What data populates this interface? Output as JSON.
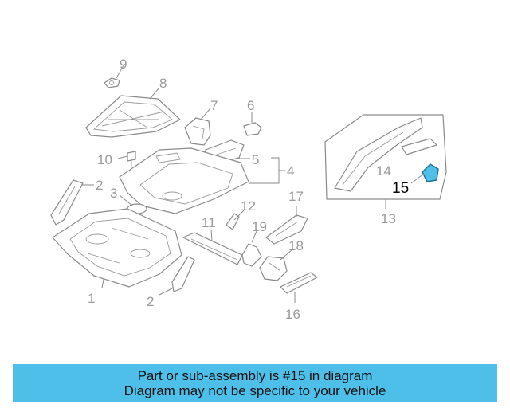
{
  "diagram": {
    "callouts": {
      "c1": "1",
      "c2a": "2",
      "c2b": "2",
      "c3": "3",
      "c4": "4",
      "c5": "5",
      "c6": "6",
      "c7": "7",
      "c8": "8",
      "c9": "9",
      "c10": "10",
      "c11": "11",
      "c12": "12",
      "c13": "13",
      "c14": "14",
      "c15": "15",
      "c16": "16",
      "c17": "17",
      "c18": "18",
      "c19": "19"
    },
    "highlight_color": "#4dbfe9"
  },
  "banner": {
    "line1": "Part or sub-assembly is #15 in diagram",
    "line2": "Diagram may not be specific to your vehicle",
    "color": "#4dbfe9"
  }
}
